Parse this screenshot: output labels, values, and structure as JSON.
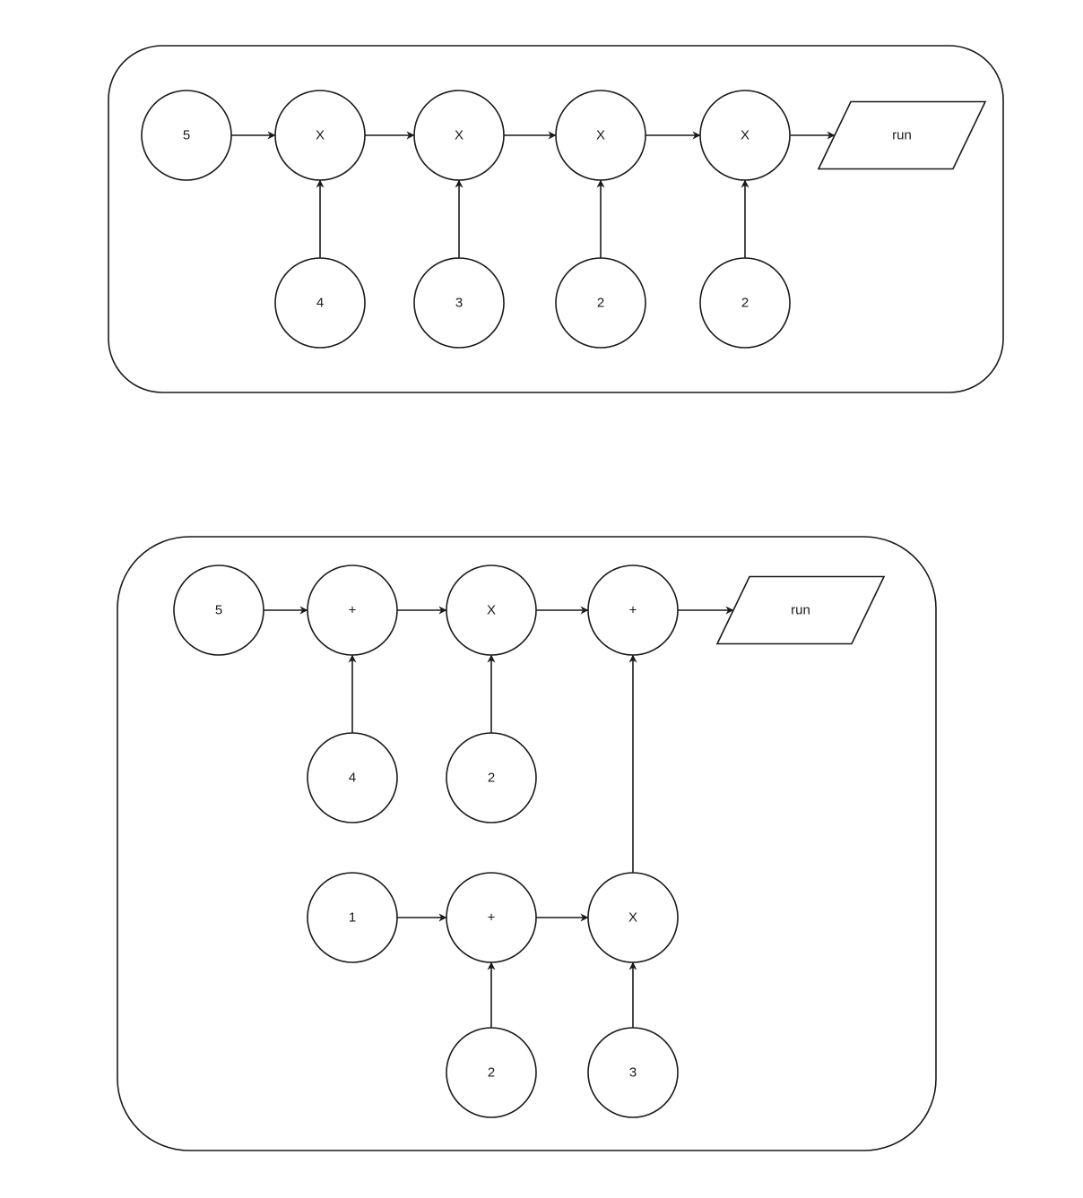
{
  "diagrams": [
    {
      "nodes": [
        {
          "id": "a5",
          "shape": "circle",
          "label": "5"
        },
        {
          "id": "ax1",
          "shape": "circle",
          "label": "X"
        },
        {
          "id": "ax2",
          "shape": "circle",
          "label": "X"
        },
        {
          "id": "ax3",
          "shape": "circle",
          "label": "X"
        },
        {
          "id": "ax4",
          "shape": "circle",
          "label": "X"
        },
        {
          "id": "arun",
          "shape": "parallelogram",
          "label": "run"
        },
        {
          "id": "a4",
          "shape": "circle",
          "label": "4"
        },
        {
          "id": "a3",
          "shape": "circle",
          "label": "3"
        },
        {
          "id": "a2a",
          "shape": "circle",
          "label": "2"
        },
        {
          "id": "a2b",
          "shape": "circle",
          "label": "2"
        }
      ],
      "edges": [
        {
          "from": "a5",
          "to": "ax1"
        },
        {
          "from": "ax1",
          "to": "ax2"
        },
        {
          "from": "ax2",
          "to": "ax3"
        },
        {
          "from": "ax3",
          "to": "ax4"
        },
        {
          "from": "ax4",
          "to": "arun"
        },
        {
          "from": "a4",
          "to": "ax1"
        },
        {
          "from": "a3",
          "to": "ax2"
        },
        {
          "from": "a2a",
          "to": "ax3"
        },
        {
          "from": "a2b",
          "to": "ax4"
        }
      ]
    },
    {
      "nodes": [
        {
          "id": "b5",
          "shape": "circle",
          "label": "5"
        },
        {
          "id": "bp1",
          "shape": "circle",
          "label": "+"
        },
        {
          "id": "bx1",
          "shape": "circle",
          "label": "X"
        },
        {
          "id": "bp2",
          "shape": "circle",
          "label": "+"
        },
        {
          "id": "brun",
          "shape": "parallelogram",
          "label": "run"
        },
        {
          "id": "b4",
          "shape": "circle",
          "label": "4"
        },
        {
          "id": "b2a",
          "shape": "circle",
          "label": "2"
        },
        {
          "id": "b1",
          "shape": "circle",
          "label": "1"
        },
        {
          "id": "bp3",
          "shape": "circle",
          "label": "+"
        },
        {
          "id": "bx2",
          "shape": "circle",
          "label": "X"
        },
        {
          "id": "b2b",
          "shape": "circle",
          "label": "2"
        },
        {
          "id": "b3",
          "shape": "circle",
          "label": "3"
        }
      ],
      "edges": [
        {
          "from": "b5",
          "to": "bp1"
        },
        {
          "from": "bp1",
          "to": "bx1"
        },
        {
          "from": "bx1",
          "to": "bp2"
        },
        {
          "from": "bp2",
          "to": "brun"
        },
        {
          "from": "b4",
          "to": "bp1"
        },
        {
          "from": "b2a",
          "to": "bx1"
        },
        {
          "from": "b1",
          "to": "bp3"
        },
        {
          "from": "bp3",
          "to": "bx2"
        },
        {
          "from": "b2b",
          "to": "bp3"
        },
        {
          "from": "b3",
          "to": "bx2"
        },
        {
          "from": "bx2",
          "to": "bp2"
        }
      ]
    }
  ]
}
